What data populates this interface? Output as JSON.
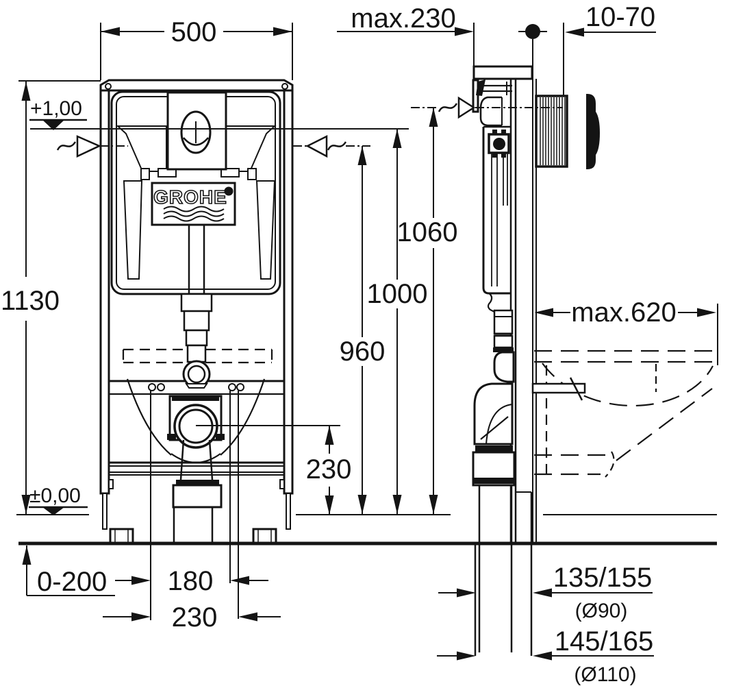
{
  "brand": {
    "logo": "GROHE"
  },
  "colors": {
    "ink": "#141414",
    "background": "#ffffff"
  },
  "dimensions": {
    "frame_width": "500",
    "wall_offset_max": "max.230",
    "plate_mount_range": "10-70",
    "frame_height": "1130",
    "level_top": "+1,00",
    "supply_height_top": "1060",
    "actuator_center_height": "1000",
    "supply_height_side": "960",
    "bowl_depth_max": "max.620",
    "outlet_center_height": "230",
    "level_floor": "±0,00",
    "leg_adjust_range": "0-200",
    "stud_spacing": "180",
    "outlet_span": "230",
    "drain_offset_90": "135/155",
    "drain_dia_90": "(Ø90)",
    "drain_offset_110": "145/165",
    "drain_dia_110": "(Ø110)"
  }
}
